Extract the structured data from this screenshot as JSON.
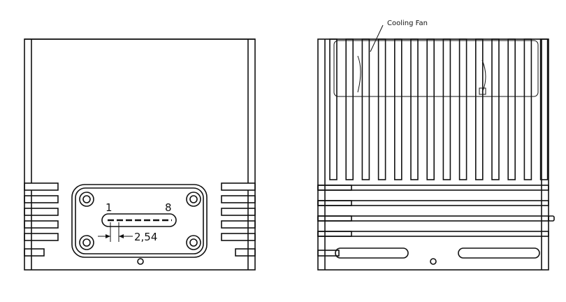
{
  "labels": {
    "pin_first": "1",
    "pin_last": "8",
    "pitch": "2,54",
    "fan_callout": "Cooling Fan"
  }
}
